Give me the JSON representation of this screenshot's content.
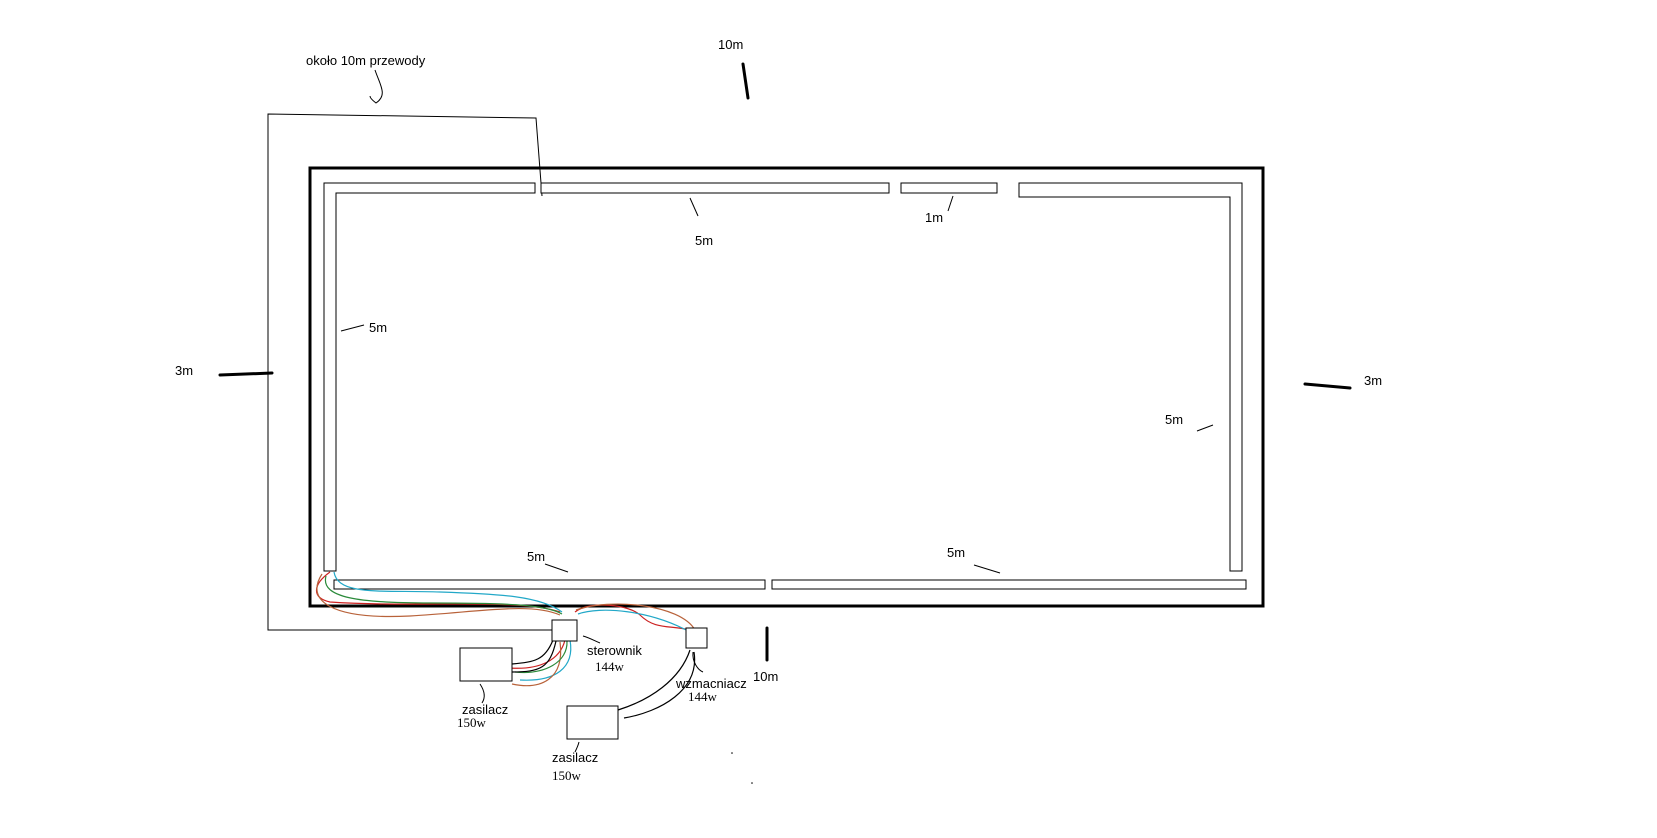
{
  "labels": {
    "wires_note": "około 10m przewody",
    "top_length": "10m",
    "bottom_length": "10m",
    "left_height": "3m",
    "right_height": "3m",
    "strip_top_middle": "5m",
    "strip_top_small": "1m",
    "strip_left": "5m",
    "strip_right": "5m",
    "strip_bottom_left": "5m",
    "strip_bottom_right": "5m",
    "controller_name": "sterownik",
    "controller_power": "144w",
    "amplifier_name": "wzmacniacz",
    "amplifier_power": "144w",
    "psu1_name": "zasilacz",
    "psu1_power": "150w",
    "psu2_name": "zasilacz",
    "psu2_power": "150w"
  },
  "colors": {
    "wire_red": "#cc2222",
    "wire_cyan": "#22a8c8",
    "wire_green": "#2a8a3a",
    "wire_brown": "#b8623a",
    "wire_black": "#000000"
  }
}
